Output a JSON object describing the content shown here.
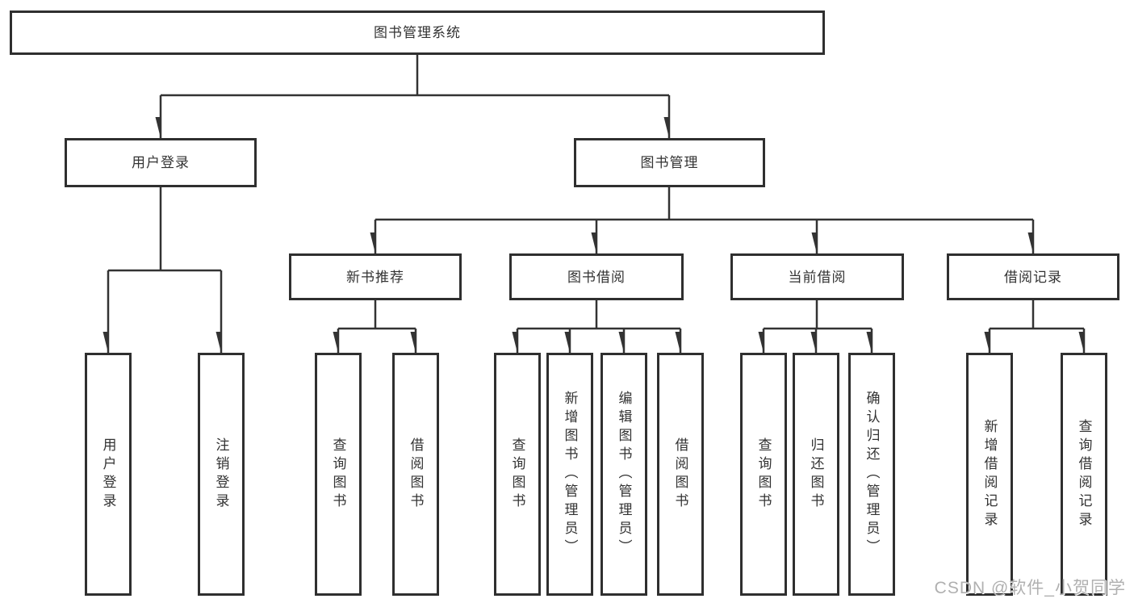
{
  "diagram": {
    "type": "hierarchy-tree",
    "root": {
      "label": "图书管理系统"
    },
    "branches": {
      "user_login": {
        "label": "用户登录",
        "children": [
          {
            "label": "用户登录"
          },
          {
            "label": "注销登录"
          }
        ]
      },
      "book_management": {
        "label": "图书管理",
        "sections": {
          "new_book_recommend": {
            "label": "新书推荐",
            "children": [
              {
                "label": "查询图书"
              },
              {
                "label": "借阅图书"
              }
            ]
          },
          "book_borrowing": {
            "label": "图书借阅",
            "children": [
              {
                "label": "查询图书"
              },
              {
                "label": "新增图书（管理员）"
              },
              {
                "label": "编辑图书（管理员）"
              },
              {
                "label": "借阅图书"
              }
            ]
          },
          "current_borrowing": {
            "label": "当前借阅",
            "children": [
              {
                "label": "查询图书"
              },
              {
                "label": "归还图书"
              },
              {
                "label": "确认归还（管理员）"
              }
            ]
          },
          "borrowing_records": {
            "label": "借阅记录",
            "children": [
              {
                "label": "新增借阅记录"
              },
              {
                "label": "查询借阅记录"
              }
            ]
          }
        }
      }
    },
    "watermark": "CSDN @软件_小贺同学",
    "colors": {
      "line": "#333333",
      "box_border": "#2f2f2f",
      "text": "#333333",
      "watermark": "#b0b0b0",
      "background": "#ffffff"
    }
  }
}
